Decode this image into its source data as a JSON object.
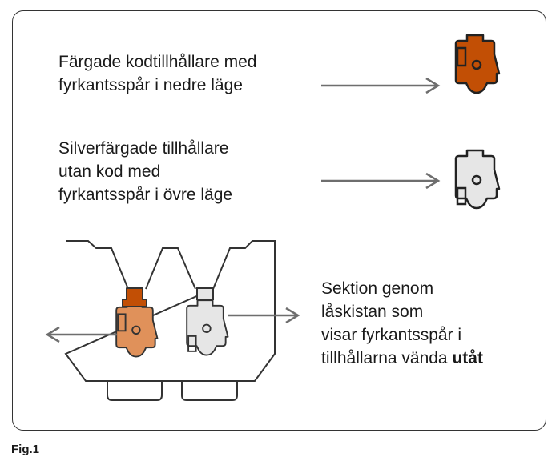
{
  "labels": {
    "coded_holders": [
      "Färgade kodtillhållare med",
      "fyrkantsspår i nedre läge"
    ],
    "silver_holders": [
      "Silverfärgade tillhållare",
      "utan kod med",
      "fyrkantsspår i övre läge"
    ],
    "section": {
      "lines": [
        "Sektion genom",
        "låskistan som",
        "visar fyrkantsspår i"
      ],
      "last_line_prefix": "tillhållarna vända ",
      "last_line_bold": "utåt"
    }
  },
  "figure_label": "Fig.1",
  "colors": {
    "coded_dark": "#c24f05",
    "coded_light": "#e0915a",
    "silver": "#e6e6e6",
    "outline": "#333333",
    "arrow": "#6e6e6e"
  }
}
